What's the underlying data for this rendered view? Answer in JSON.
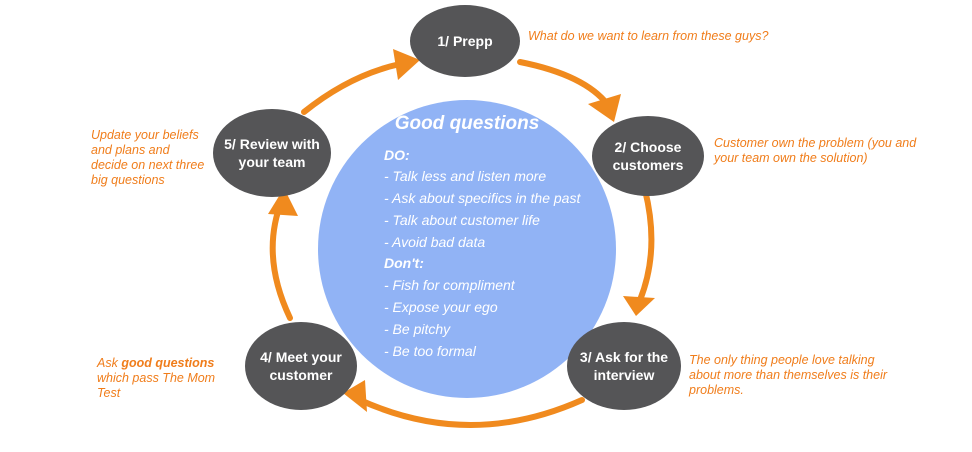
{
  "center": {
    "title": "Good questions",
    "do_heading": "DO:",
    "do_items": [
      "- Talk less and listen more",
      "- Ask about specifics in the past",
      "- Talk about customer life",
      "- Avoid bad data"
    ],
    "dont_heading": "Don't:",
    "dont_items": [
      "- Fish for compliment",
      "- Expose your ego",
      "- Be pitchy",
      "- Be too formal"
    ]
  },
  "steps": [
    {
      "label": "1/ Prepp"
    },
    {
      "label": "2/ Choose\ncustomers"
    },
    {
      "label": "3/ Ask for the\ninterview"
    },
    {
      "label": "4/ Meet your\ncustomer"
    },
    {
      "label": "5/ Review with\nyour team"
    }
  ],
  "notes": {
    "prepp": "What do we want to learn from these guys?",
    "choose": "Customer own the problem (you and\nyour team own the solution)",
    "interview": "The only thing people love talking\nabout more than themselves is their\nproblems.",
    "meet_prefix": "Ask ",
    "meet_bold": "good questions",
    "meet_suffix": "\nwhich pass The Mom\nTest",
    "review": "Update your beliefs\nand plans and\ndecide on next three\nbig questions"
  },
  "colors": {
    "arrow": "#f08a1e",
    "node": "#555557",
    "center": "#91b3f5",
    "note": "#f07d1b"
  }
}
